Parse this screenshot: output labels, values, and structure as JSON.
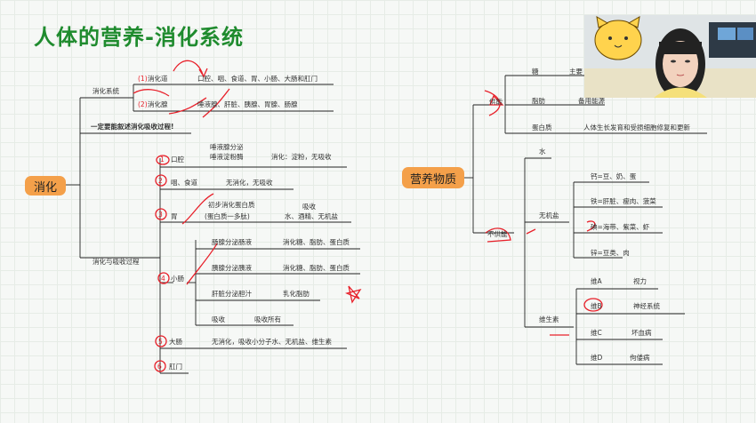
{
  "slide": {
    "title": "人体的营养-消化系统",
    "left_root": "消化",
    "left_branch_1": "消化系统",
    "left_branch_1_items": [
      {
        "marker": "(1)",
        "label": "消化道",
        "detail": "口腔、咽、食道、胃、小肠、大肠和肛门"
      },
      {
        "marker": "(2)",
        "label": "消化腺",
        "detail": "唾液腺、肝脏、胰腺、胃腺、肠腺"
      }
    ],
    "left_note": "一定要能叙述消化吸收过程!",
    "left_branch_2": "消化与吸收过程",
    "process": [
      {
        "marker": "1",
        "label": "口腔",
        "lines": [
          "唾液腺分泌",
          "唾液淀粉酶"
        ],
        "detail": "消化：淀粉，无吸收"
      },
      {
        "marker": "2",
        "label": "咽、食道",
        "detail": "无消化，无吸收"
      },
      {
        "marker": "3",
        "label": "胃",
        "lines": [
          "初步消化蛋白质",
          "(蛋白质一多肽)"
        ],
        "absorb": "吸收",
        "detail": "水、酒精、无机盐"
      },
      {
        "marker": "4",
        "label": "小肠",
        "rows": [
          {
            "left": "肠腺分泌肠液",
            "right": "消化糖、脂肪、蛋白质"
          },
          {
            "left": "胰腺分泌胰液",
            "right": "消化糖、脂肪、蛋白质"
          },
          {
            "left": "肝脏分泌胆汁",
            "right": "乳化脂肪"
          },
          {
            "left": "吸收",
            "right": "吸收所有"
          }
        ]
      },
      {
        "marker": "5",
        "label": "大肠",
        "detail": "无消化，吸收小分子水、无机盐、维生素"
      },
      {
        "marker": "6",
        "label": "肛门"
      }
    ],
    "right_root": "营养物质",
    "energy_label": "供能",
    "energy_items": [
      {
        "label": "糖",
        "detail": "主要"
      },
      {
        "label": "脂肪",
        "detail": "备用能源"
      },
      {
        "label": "蛋白质",
        "detail": "人体生长发育和受损细胞修复和更新"
      }
    ],
    "nonenergy_label": "不供能",
    "water_label": "水",
    "minerals_label": "无机盐",
    "minerals": [
      {
        "label": "钙=豆、奶、蛋"
      },
      {
        "label": "铁=肝脏、瘦肉、菠菜"
      },
      {
        "label": "碘=海带、紫菜、虾"
      },
      {
        "label": "锌=豆类、肉"
      }
    ],
    "vitamins_label": "维生素",
    "vitamins": [
      {
        "label": "维A",
        "detail": "视力"
      },
      {
        "label": "维B",
        "detail": "神经系统"
      },
      {
        "label": "维C",
        "detail": "坏血病"
      },
      {
        "label": "维D",
        "detail": "佝偻病"
      }
    ]
  },
  "colors": {
    "title": "#1f8b2e",
    "pill": "#f4a04a",
    "annotation": "#e8202a"
  },
  "webcam": {
    "label": "webcam-video"
  }
}
